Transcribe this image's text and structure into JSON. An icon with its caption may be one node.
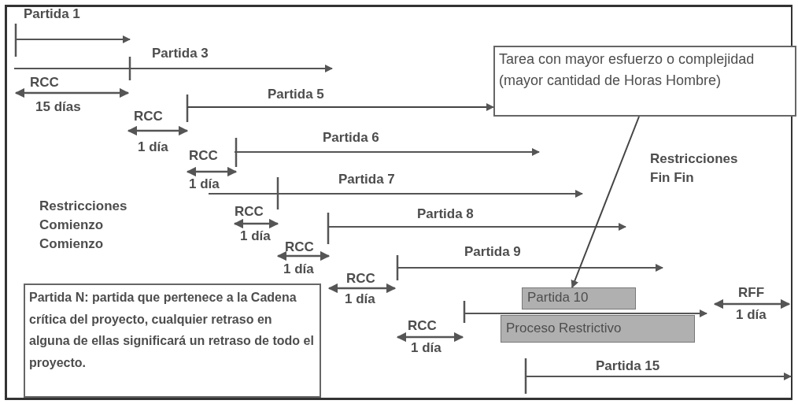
{
  "diagram": {
    "nodes": [
      {
        "text": [
          "Tarea con mayor esfuerzo o complejidad (mayor cantidad de Horas Hombre)"
        ]
      },
      {
        "text": [
          "Partida 10"
        ]
      },
      {
        "text": [
          "Proceso Restrictivo"
        ]
      },
      {
        "text": [
          "Partida N: partida que pertenece a la Cadena crítica del proyecto, cualquier retraso en alguna de ellas significará un retraso de todo el proyecto."
        ]
      }
    ],
    "edges": [
      {
        "from": null,
        "to": 0,
        "arrow": "to",
        "label": "Partida 5"
      },
      {
        "from": 0,
        "to": 1,
        "arrow": "to"
      }
    ],
    "labels": [
      "Partida 1",
      "Partida 3",
      "RCC",
      "15 días",
      "RCC",
      "1 día",
      "Partida 6",
      "RCC",
      "1 día",
      "Restricciones Fin Fin",
      "Partida 7",
      "Restricciones Comienzo Comienzo",
      "RCC",
      "1 día",
      "Partida 8",
      "RCC",
      "1 día",
      "Partida 9",
      "RCC",
      "1 día",
      "RCC",
      "1 día",
      "RFF",
      "1 día",
      "Partida 15"
    ]
  }
}
